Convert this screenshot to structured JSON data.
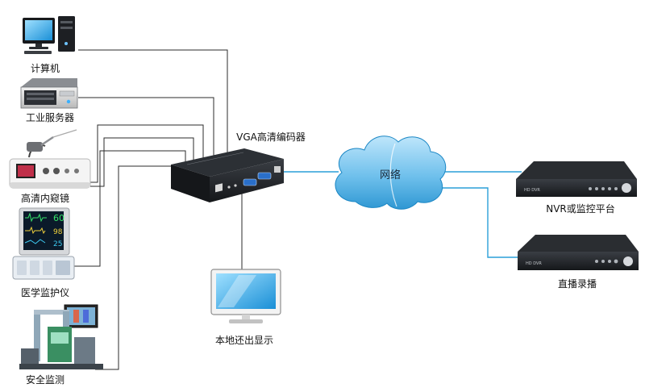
{
  "devices": {
    "computer": "计算机",
    "industrial_server": "工业服务器",
    "endoscope": "高清内窥镜",
    "medical_monitor": "医学监护仪",
    "security_check": "安全监测",
    "encoder": "VGA高清编码器",
    "network": "网络",
    "nvr": "NVR或监控平台",
    "live_record": "直播录播",
    "local_display": "本地还出显示"
  },
  "monitor_readouts": {
    "top": "60",
    "mid": "98",
    "low": "25"
  },
  "nvr_badge": "HD DVR",
  "colors": {
    "cable": "#2b2b2b",
    "network_line": "#2a9fd8",
    "cloud_fill": "#7cc6ee",
    "cloud_edge": "#1a86c4",
    "box_dark": "#1f2226"
  }
}
